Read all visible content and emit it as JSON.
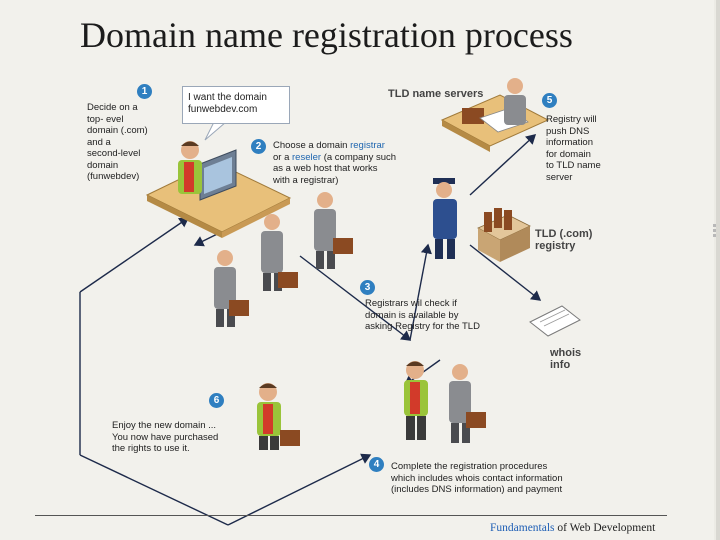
{
  "title": "Domain name registration process",
  "colors": {
    "step_badge": "#2f7fc0",
    "accent_link": "#1f66b0",
    "arrow": "#1d2a4a"
  },
  "steps": [
    {
      "number": "1",
      "text": "Decide on a\ntop- evel\ndomain (.com)\nand a\nsecond-level\ndomain\n(funwebdev)"
    },
    {
      "number": "2",
      "text_before": "Choose a domain ",
      "link1": "registrar",
      "text_mid": "\nor a ",
      "link2": "reseler",
      "text_after": " (a company such\nas a web host that works\nwith a registrar)"
    },
    {
      "number": "3",
      "text": "Registrars wil check if\ndomain is available by\nasking Registry for the TLD"
    },
    {
      "number": "4",
      "text": "Complete the registration procedures\nwhich includes whois contact information\n(includes DNS information) and payment"
    },
    {
      "number": "5",
      "text": "Registry will\npush DNS\ninformation\nfor domain\nto TLD name\nserver"
    },
    {
      "number": "6",
      "text": "Enjoy the new domain ...\nYou now have purchased\nthe rights to use it."
    }
  ],
  "speech_bubble": "I want the domain\nfunwebdev.com",
  "labels": {
    "tld_name_servers": "TLD name servers",
    "tld_registry": "TLD (.com)\nregistry",
    "whois_info": "whois\ninfo"
  },
  "footer": {
    "accent": "Fundamentals",
    "rest": " of Web Development"
  }
}
